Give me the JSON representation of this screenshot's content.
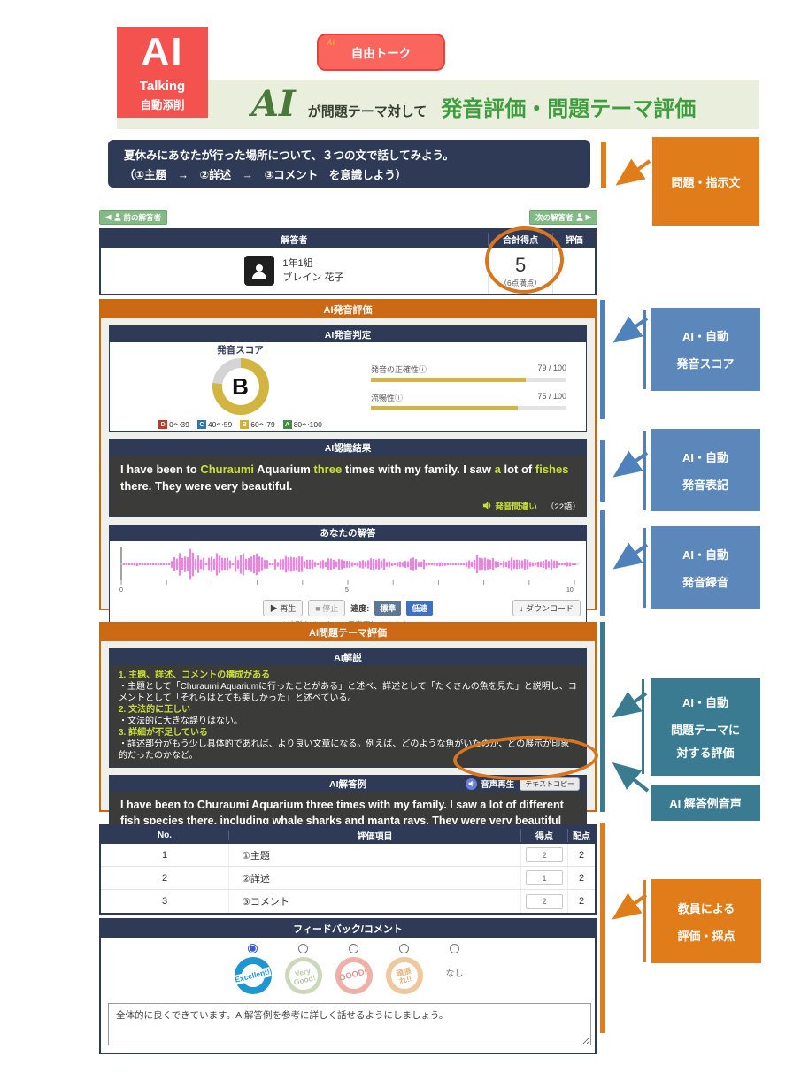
{
  "logo": {
    "ai": "AI",
    "line1": "Talking",
    "line2": "自動添削"
  },
  "free_talk": {
    "ai_mark": "AI",
    "label": "自由トーク"
  },
  "banner": {
    "ai": "AI",
    "middle": "が問題テーマ対して",
    "title": "発音評価・問題テーマ評価"
  },
  "problem": {
    "line1": "夏休みにあなたが行った場所について、３つの文で話してみよう。",
    "line2": "（①主題　→　②詳述　→　③コメント　を意識しよう）"
  },
  "nav": {
    "prev_icon": "◀",
    "prev": "前の解答者",
    "next": "次の解答者",
    "next_icon": "▶"
  },
  "answerer": {
    "headers": {
      "answerer": "解答者",
      "total": "合計得点",
      "rating": "評価"
    },
    "class_name": "1年1組",
    "student_name": "ブレイン 花子",
    "score": "5",
    "score_max": "（6点満点）"
  },
  "pron_eval": {
    "title": "AI発音評価",
    "judge": {
      "title": "AI発音判定",
      "score_label": "発音スコア",
      "grade": "B",
      "donut_pct": 77,
      "legend": [
        {
          "grade": "D",
          "range": "0～39"
        },
        {
          "grade": "C",
          "range": "40～59"
        },
        {
          "grade": "B",
          "range": "60～79"
        },
        {
          "grade": "A",
          "range": "80～100"
        }
      ],
      "bars": [
        {
          "label": "発音の正確性ⓘ",
          "value": "79 / 100",
          "pct": 79
        },
        {
          "label": "流暢性ⓘ",
          "value": "75 / 100",
          "pct": 75
        }
      ]
    },
    "recognition": {
      "title": "AI認識結果",
      "parts": [
        {
          "text": "I have been to ",
          "hl": false
        },
        {
          "text": "Churaumi",
          "hl": true
        },
        {
          "text": " Aquarium ",
          "hl": false
        },
        {
          "text": "three",
          "hl": true
        },
        {
          "text": " times with my family. I saw ",
          "hl": false
        },
        {
          "text": "a",
          "hl": true
        },
        {
          "text": " lot of ",
          "hl": false
        },
        {
          "text": "fishes",
          "hl": true
        },
        {
          "text": " there. They were very beautiful.",
          "hl": false
        }
      ],
      "mistake_label": "発音間違い",
      "word_count": "（22語）"
    },
    "your_answer": {
      "title": "あなたの解答",
      "ticks": [
        "0",
        "5",
        "10"
      ],
      "play_icon": "▶",
      "play": "再生",
      "stop_icon": "■",
      "stop": "停止",
      "speed_label": "速度:",
      "speed_normal": "標準",
      "speed_slow": "低速",
      "download_icon": "↓",
      "download": "ダウンロード",
      "note": "※波形クリックでも音声再生できます。"
    }
  },
  "theme_eval": {
    "title": "AI問題テーマ評価",
    "commentary": {
      "title": "AI解説",
      "items": [
        {
          "heading": "1. 主題、詳述、コメントの構成がある",
          "body": "・主題として「Churaumi Aquariumに行ったことがある」と述べ、詳述として「たくさんの魚を見た」と説明し、コメントとして「それらはとても美しかった」と述べている。"
        },
        {
          "heading": "2. 文法的に正しい",
          "body": "・文法的に大きな誤りはない。"
        },
        {
          "heading": "3. 詳細が不足している",
          "body": "・詳述部分がもう少し具体的であれば、より良い文章になる。例えば、どのような魚がいたのか、どの展示が印象的だったのかなど。"
        }
      ]
    },
    "example": {
      "title": "AI解答例",
      "play_label": "音声再生",
      "copy_label": "テキストコピー",
      "text": "I have been to Churaumi Aquarium three times with my family. I saw a lot of different fish species there, including whale sharks and manta rays. They were very beautiful and impressive."
    }
  },
  "score_table": {
    "headers": {
      "no": "No.",
      "item": "評価項目",
      "score": "得点",
      "max": "配点"
    },
    "rows": [
      {
        "no": "1",
        "item": "①主題",
        "score": "2",
        "max": "2"
      },
      {
        "no": "2",
        "item": "②詳述",
        "score": "1",
        "max": "2"
      },
      {
        "no": "3",
        "item": "③コメント",
        "score": "2",
        "max": "2"
      }
    ]
  },
  "feedback": {
    "title": "フィードバック/コメント",
    "stamps": [
      {
        "label": "Excellent!",
        "checked": "checked"
      },
      {
        "label": "Very Good!"
      },
      {
        "label": "GOOD!"
      },
      {
        "label": "頑張れ!!"
      },
      {
        "label": "なし"
      }
    ],
    "comment": "全体的に良くできています。AI解答例を参考に詳しく話せるようにしましょう。"
  },
  "annotations": {
    "problem_label": "問題・指示文",
    "pron_score": {
      "line1": "AI・自動",
      "line2": "発音スコア"
    },
    "pron_text": {
      "line1": "AI・自動",
      "line2": "発音表記"
    },
    "pron_rec": {
      "line1": "AI・自動",
      "line2": "発音録音"
    },
    "theme": {
      "line1": "AI・自動",
      "line2": "問題テーマに",
      "line3": "対する評価"
    },
    "answer_audio": "AI 解答例音声",
    "teacher": {
      "line1": "教員による",
      "line2": "評価・採点"
    }
  },
  "colors": {
    "accent_orange": "#d8761f",
    "label_orange": "#e07c1a",
    "label_blue": "#5b87bb",
    "label_teal": "#3a7b91",
    "navy": "#2e3a56",
    "banner_green": "#3e9e3e",
    "highlight_green": "#c6e035",
    "donut_yellow": "#d2b440",
    "waveform_pink": "#ee82e0"
  }
}
